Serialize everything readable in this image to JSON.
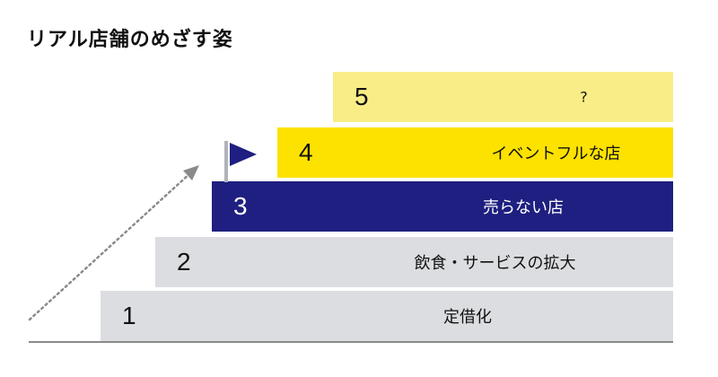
{
  "title": "リアル店舗のめざす姿",
  "steps": [
    {
      "num": "1",
      "label": "定借化"
    },
    {
      "num": "2",
      "label": "飲食・サービスの拡大"
    },
    {
      "num": "3",
      "label": "売らない店"
    },
    {
      "num": "4",
      "label": "イベントフルな店"
    },
    {
      "num": "5",
      "label": "?"
    }
  ],
  "colors": {
    "gray": "#dcdde0",
    "navy": "#1e1f80",
    "yellow": "#fde200",
    "light_yellow": "#f9ed87",
    "flag": "#1e1f80",
    "arrow": "#8a8a8a"
  },
  "icons": {
    "flag": "flag-icon",
    "arrow": "dotted-arrow"
  }
}
